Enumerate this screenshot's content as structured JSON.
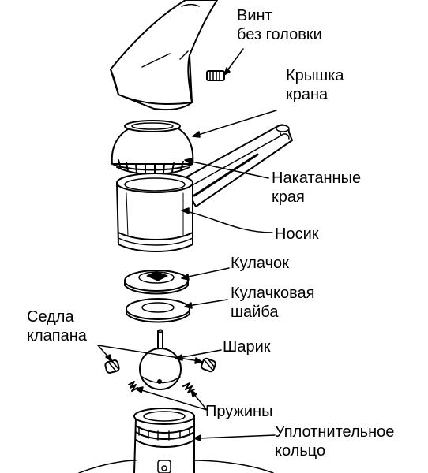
{
  "labels": {
    "set_screw": [
      "Винт",
      "без головки"
    ],
    "cap": [
      "Крышка",
      "крана"
    ],
    "knurled_edges": [
      "Накатанные",
      "края"
    ],
    "spout": [
      "Носик"
    ],
    "cam": [
      "Кулачок"
    ],
    "cam_washer": [
      "Кулачковая",
      "шайба"
    ],
    "valve_seats": [
      "Седла",
      "клапана"
    ],
    "ball": [
      "Шарик"
    ],
    "springs": [
      "Пружины"
    ],
    "o_ring": [
      "Уплотнительное",
      "кольцо"
    ]
  },
  "colors": {
    "ink": "#000000",
    "paper": "#ffffff"
  }
}
